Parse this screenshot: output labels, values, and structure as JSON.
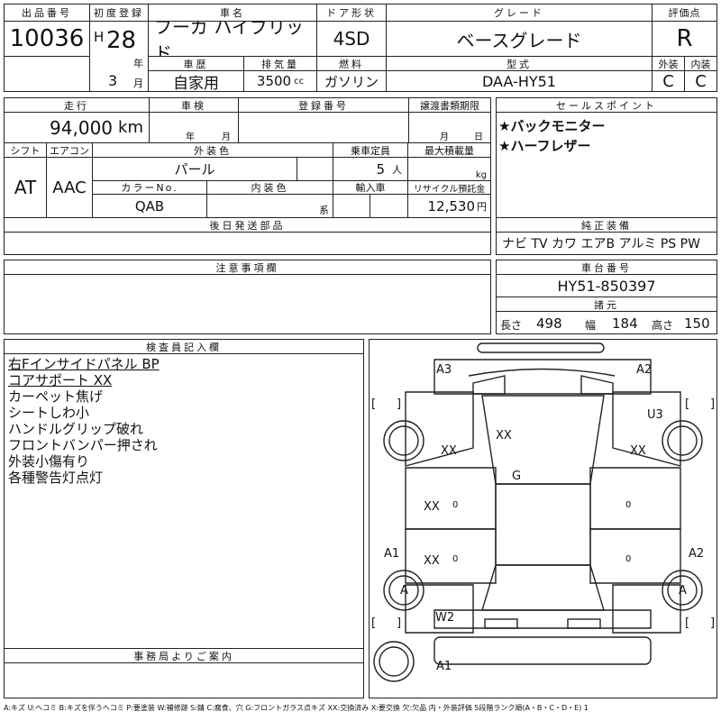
{
  "header": {
    "lot_no_label": "出品番号",
    "lot_no": "10036",
    "first_reg_label": "初度登録",
    "era": "H",
    "year": "28",
    "year_unit": "年",
    "month": "3",
    "month_unit": "月",
    "car_name_label": "車名",
    "car_name": "フーガ ハイブリッド",
    "door_label": "ドア形状",
    "door": "4SD",
    "grade_label": "グレード",
    "grade": "ベースグレード",
    "score_label": "評価点",
    "score": "R",
    "history_label": "車歴",
    "history": "自家用",
    "displacement_label": "排気量",
    "displacement": "3500",
    "displacement_unit": "cc",
    "fuel_label": "燃料",
    "fuel": "ガソリン",
    "model_label": "型式",
    "model": "DAA-HY51",
    "exterior_label": "外装",
    "exterior_grade": "C",
    "interior_label": "内装",
    "interior_grade": "C"
  },
  "spec": {
    "mileage_label": "走行",
    "mileage": "94,000",
    "mileage_unit": "km",
    "inspection_label": "車検",
    "insp_year_unit": "年",
    "insp_month_unit": "月",
    "reg_no_label": "登録番号",
    "transfer_label": "譲渡書類期限",
    "transfer_month_unit": "月",
    "transfer_day_unit": "日",
    "shift_label": "シフト",
    "shift": "AT",
    "ac_label": "エアコン",
    "ac": "AAC",
    "color_label": "外装色",
    "color": "パール",
    "seats_label": "乗車定員",
    "seats": "5",
    "seats_unit": "人",
    "load_label": "最大積載量",
    "load_unit": "kg",
    "color_no_label": "カラーNo.",
    "color_no": "QAB",
    "int_color_label": "内装色",
    "int_color_unit": "系",
    "import_label": "輸入車",
    "recycle_label": "リサイクル預託金",
    "recycle": "12,530",
    "recycle_unit": "円",
    "later_parts_label": "後日発送部品"
  },
  "sales": {
    "label": "セールスポイント",
    "points": [
      "★バックモニター",
      "★ハーフレザー"
    ]
  },
  "equipment": {
    "label": "純正装備",
    "items": "ナビ TV カワ エアB アルミ PS PW"
  },
  "caution": {
    "label": "注意事項欄"
  },
  "chassis": {
    "label": "車台番号",
    "number": "HY51-850397",
    "dims_label": "諸元",
    "length_label": "長さ",
    "length": "498",
    "width_label": "幅",
    "width": "184",
    "height_label": "高さ",
    "height": "150"
  },
  "inspector": {
    "label": "検査員記入欄",
    "notes": [
      "右Fインサイドパネル BP",
      "コアサポート XX",
      "カーペット焦げ",
      "シートしわ小",
      "ハンドルグリップ破れ",
      "フロントバンパー押され",
      "外装小傷有り",
      "各種警告灯点灯"
    ]
  },
  "office": {
    "label": "事務局よりご案内"
  },
  "legend": "A:キズ U:ヘコミ B:キズを伴うヘコミ P:要塗装 W:補修跡 S:錆 C:腐食、穴 G:フロントガラス点キズ XX:交換済み X:要交換 欠:欠品 内・外装評価 5段階ランク順(A・B・C・D・E) 1",
  "map": {
    "marks": [
      "A3",
      "A2",
      "U3",
      "XX",
      "XX",
      "XX",
      "G",
      "XX",
      "0",
      "0",
      "XX",
      "0",
      "0",
      "A1",
      "A2",
      "A",
      "A",
      "W2",
      "A1"
    ],
    "brackets": [
      "[",
      "]",
      "[",
      "]",
      "[",
      "]",
      "[",
      "]"
    ]
  }
}
